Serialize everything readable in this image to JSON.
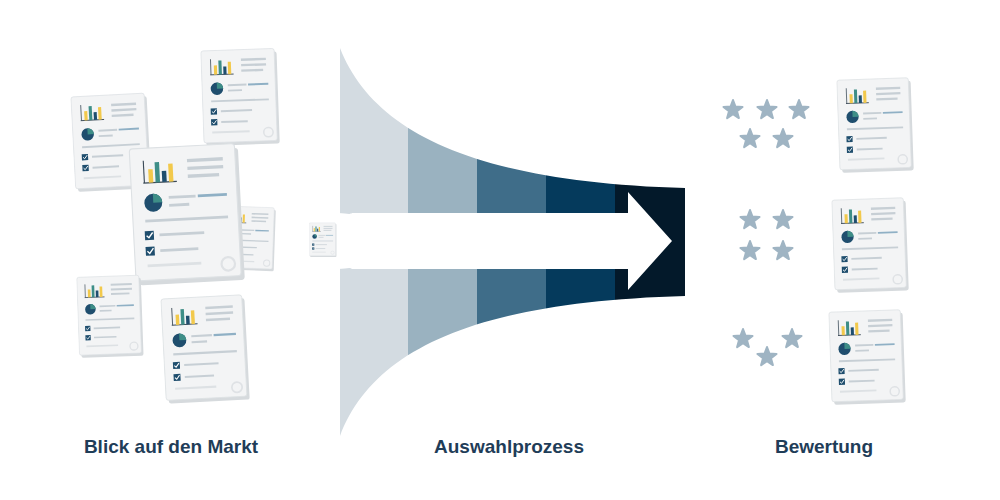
{
  "diagram": {
    "labels": [
      "Blick auf den Markt",
      "Auswahlprozess",
      "Bewertung"
    ]
  }
}
